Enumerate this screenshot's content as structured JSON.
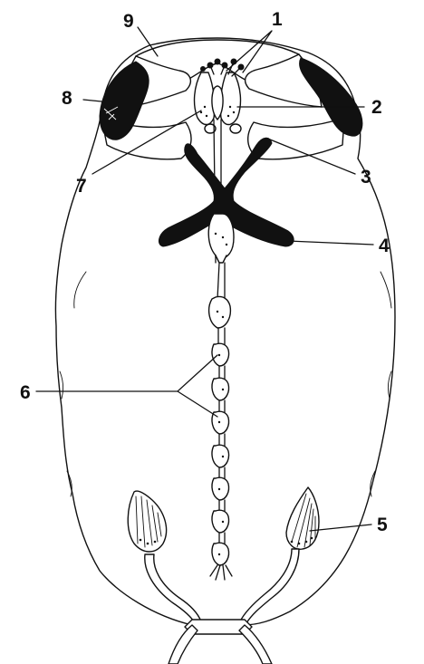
{
  "figure": {
    "labels": [
      {
        "id": "1",
        "text": "1"
      },
      {
        "id": "2",
        "text": "2"
      },
      {
        "id": "3",
        "text": "3"
      },
      {
        "id": "4",
        "text": "4"
      },
      {
        "id": "5",
        "text": "5"
      },
      {
        "id": "6",
        "text": "6"
      },
      {
        "id": "7",
        "text": "7"
      },
      {
        "id": "8",
        "text": "8"
      },
      {
        "id": "9",
        "text": "9"
      }
    ],
    "colors": {
      "ink": "#111111",
      "paper": "#ffffff"
    }
  }
}
